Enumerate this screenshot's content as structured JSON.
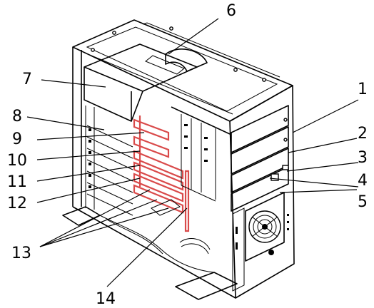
{
  "callouts": [
    {
      "id": "c1",
      "label": "1"
    },
    {
      "id": "c2",
      "label": "2"
    },
    {
      "id": "c3",
      "label": "3"
    },
    {
      "id": "c4",
      "label": "4"
    },
    {
      "id": "c5",
      "label": "5"
    },
    {
      "id": "c6",
      "label": "6"
    },
    {
      "id": "c7",
      "label": "7"
    },
    {
      "id": "c8",
      "label": "8"
    },
    {
      "id": "c9",
      "label": "9"
    },
    {
      "id": "c10",
      "label": "10"
    },
    {
      "id": "c11",
      "label": "11"
    },
    {
      "id": "c12",
      "label": "12"
    },
    {
      "id": "c13",
      "label": "13"
    },
    {
      "id": "c14",
      "label": "14"
    }
  ],
  "colors": {
    "line": "#000000",
    "highlight_slot": "#d94a4a",
    "background": "#ffffff"
  }
}
